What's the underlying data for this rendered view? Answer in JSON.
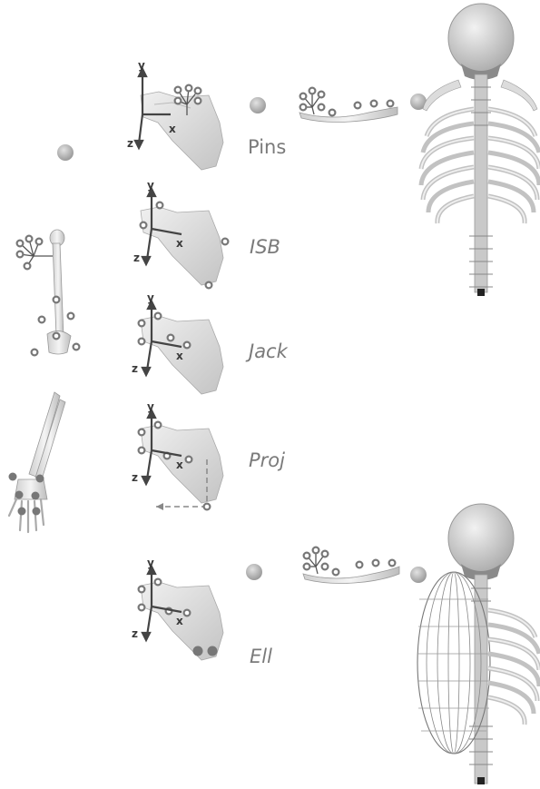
{
  "labels": {
    "pins": "Pins",
    "isb": "ISB",
    "jack": "Jack",
    "proj": "Proj",
    "ell": "Ell"
  },
  "axis": {
    "x": "x",
    "y": "y",
    "z": "z"
  }
}
